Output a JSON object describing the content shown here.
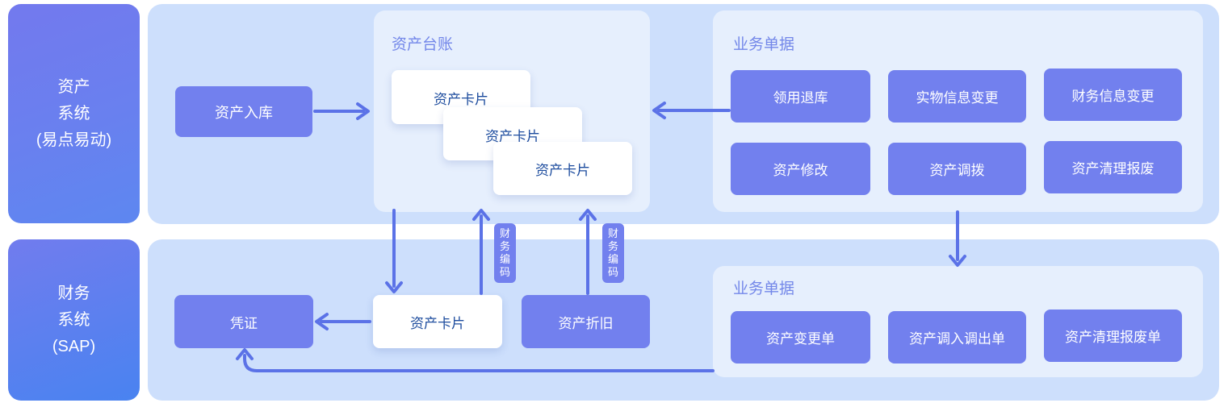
{
  "systems": {
    "asset": {
      "lines": [
        "资产",
        "系统",
        "(易点易动)"
      ]
    },
    "finance": {
      "lines": [
        "财务",
        "系统",
        "(SAP)"
      ]
    }
  },
  "asset_row": {
    "inbound_button": "资产入库",
    "ledger": {
      "title": "资产台账",
      "cards": [
        "资产卡片",
        "资产卡片",
        "资产卡片"
      ]
    },
    "documents": {
      "title": "业务单据",
      "buttons": [
        "领用退库",
        "实物信息变更",
        "财务信息变更",
        "资产修改",
        "资产调拨",
        "资产清理报废"
      ]
    }
  },
  "finance_row": {
    "voucher_button": "凭证",
    "asset_card": "资产卡片",
    "depreciation_button": "资产折旧",
    "coding_badge_1": "财务编码",
    "coding_badge_2": "财务编码",
    "documents": {
      "title": "业务单据",
      "buttons": [
        "资产变更单",
        "资产调入调出单",
        "资产清理报废单"
      ]
    }
  },
  "colors": {
    "row_panel": "#cddffc",
    "sub_panel": "#e6effd",
    "node": "#7280ee",
    "arrow": "#5b72e7",
    "title_text": "#7387e9",
    "card_text": "#1d4c9e",
    "system_gradient_start": "#717cee",
    "system_gradient_end": "#4983f0"
  }
}
